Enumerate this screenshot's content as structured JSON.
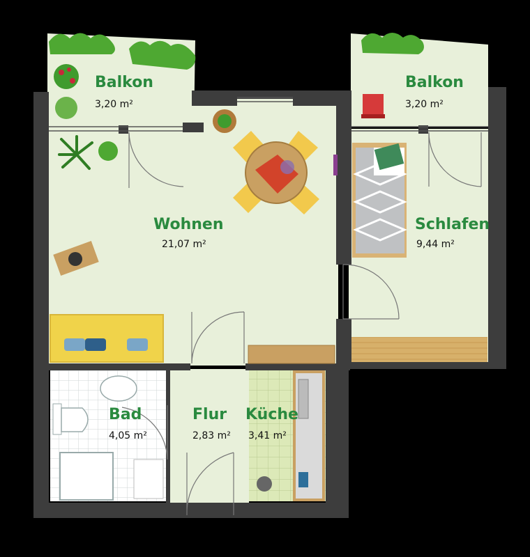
{
  "rooms": {
    "balkon_left": {
      "name": "Balkon",
      "area": "3,20 m²"
    },
    "balkon_right": {
      "name": "Balkon",
      "area": "3,20 m²"
    },
    "wohnen": {
      "name": "Wohnen",
      "area": "21,07 m²"
    },
    "schlafen": {
      "name": "Schlafen",
      "area": "9,44 m²"
    },
    "bad": {
      "name": "Bad",
      "area": "4,05 m²"
    },
    "flur": {
      "name": "Flur",
      "area": "2,83 m²"
    },
    "kueche": {
      "name": "Küche",
      "area": "3,41 m²"
    }
  },
  "colors": {
    "background": "#000000",
    "floor": "#e8f0da",
    "wall": "#3d3d3d",
    "label_green": "#2a8a3f",
    "sofa": "#f0d34a",
    "wood": "#c8a15a",
    "tile": "#ffffff",
    "kitchen_tile": "#dce9b8",
    "plant": "#4ea832"
  }
}
